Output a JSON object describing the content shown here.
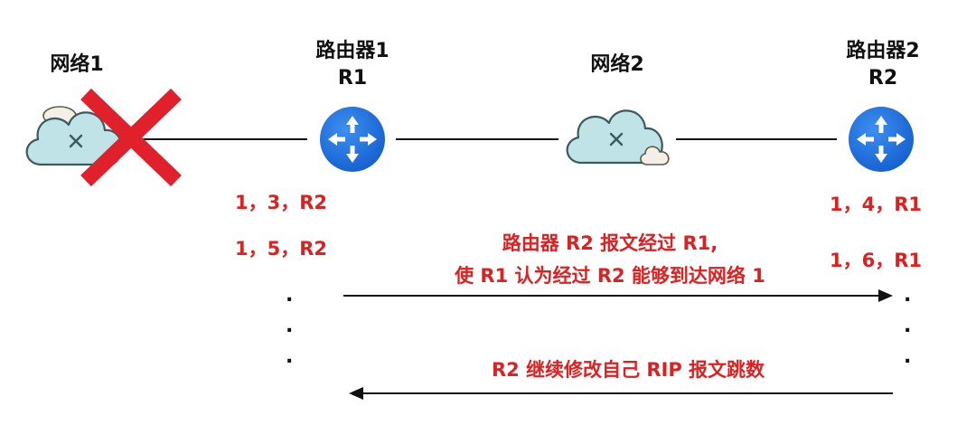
{
  "network1": {
    "label": "网络1"
  },
  "network2": {
    "label": "网络2"
  },
  "router1": {
    "name": "路由器1",
    "id": "R1"
  },
  "router2": {
    "name": "路由器2",
    "id": "R2"
  },
  "r1_table": [
    "1，3，R2",
    "1，5，R2"
  ],
  "r2_table": [
    "1，4，R1",
    "1，6，R1"
  ],
  "ellipsis_dot": ".",
  "messages": {
    "forward_line1": "路由器 R2 报文经过 R1,",
    "forward_line2": "使 R1 认为经过 R2 能够到达网络 1",
    "backward": "R2 继续修改自己 RIP 报文跳数"
  },
  "colors": {
    "router_blue": "#1e6fe0",
    "cloud_fill": "#bfe3e6",
    "cloud_stroke": "#3c5a5e",
    "cross_red": "#e0202a",
    "annotation_red": "#e02020"
  },
  "icons": [
    "cloud-icon",
    "router-icon",
    "cross-icon",
    "arrow-right-icon",
    "arrow-left-icon"
  ]
}
